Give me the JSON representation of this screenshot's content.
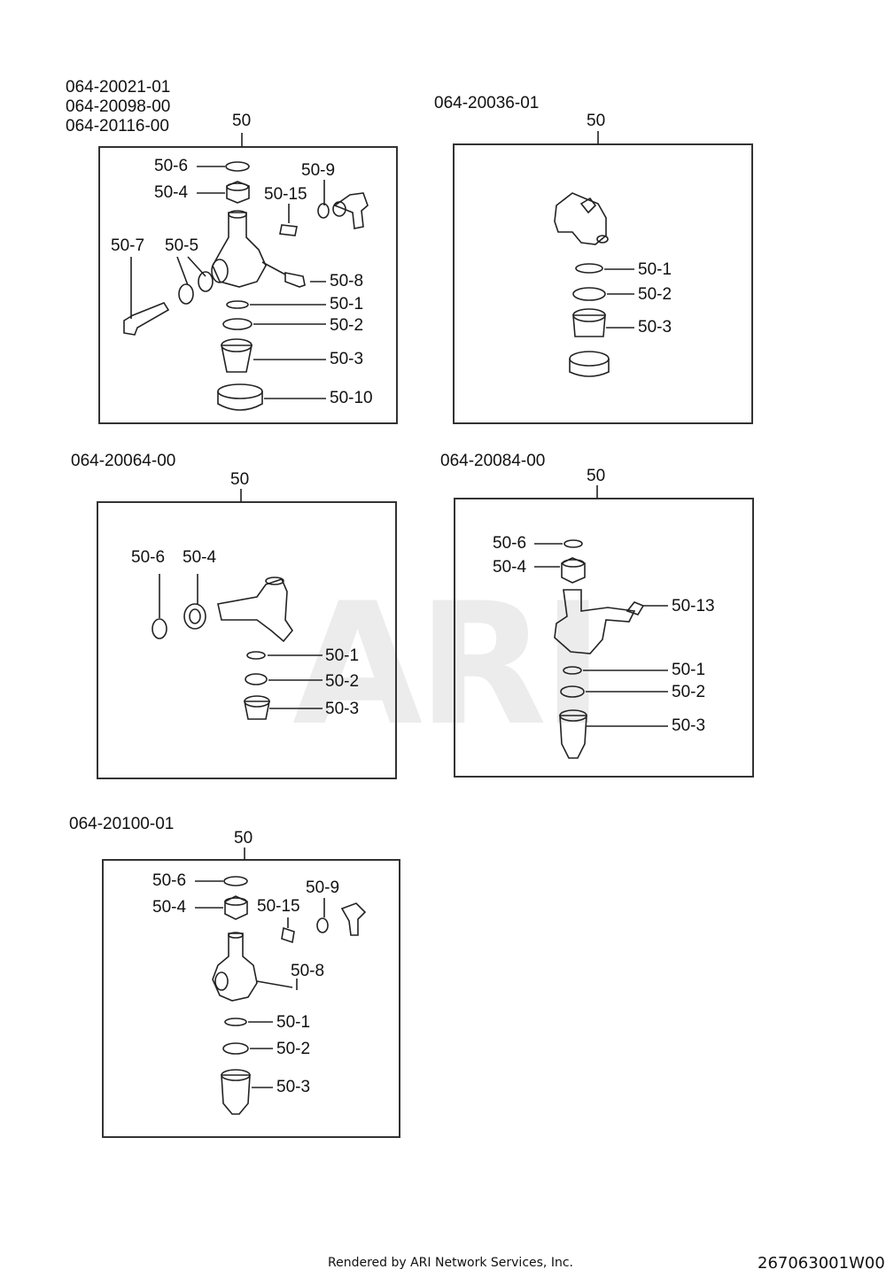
{
  "watermark": "ARI",
  "footer": {
    "rendered_by": "Rendered by ARI Network Services, Inc.",
    "doc_id": "267063001W00"
  },
  "diagrams": [
    {
      "part_numbers": [
        "064-20021-01",
        "064-20098-00",
        "064-20116-00"
      ],
      "ref": "50",
      "labels": [
        "50-6",
        "50-4",
        "50-9",
        "50-15",
        "50-7",
        "50-5",
        "50-8",
        "50-1",
        "50-2",
        "50-3",
        "50-10"
      ]
    },
    {
      "part_numbers": [
        "064-20036-01"
      ],
      "ref": "50",
      "labels": [
        "50-1",
        "50-2",
        "50-3"
      ]
    },
    {
      "part_numbers": [
        "064-20064-00"
      ],
      "ref": "50",
      "labels": [
        "50-6",
        "50-4",
        "50-1",
        "50-2",
        "50-3"
      ]
    },
    {
      "part_numbers": [
        "064-20084-00"
      ],
      "ref": "50",
      "labels": [
        "50-6",
        "50-4",
        "50-13",
        "50-1",
        "50-2",
        "50-3"
      ]
    },
    {
      "part_numbers": [
        "064-20100-01"
      ],
      "ref": "50",
      "labels": [
        "50-6",
        "50-4",
        "50-9",
        "50-15",
        "50-8",
        "50-1",
        "50-2",
        "50-3"
      ]
    }
  ]
}
